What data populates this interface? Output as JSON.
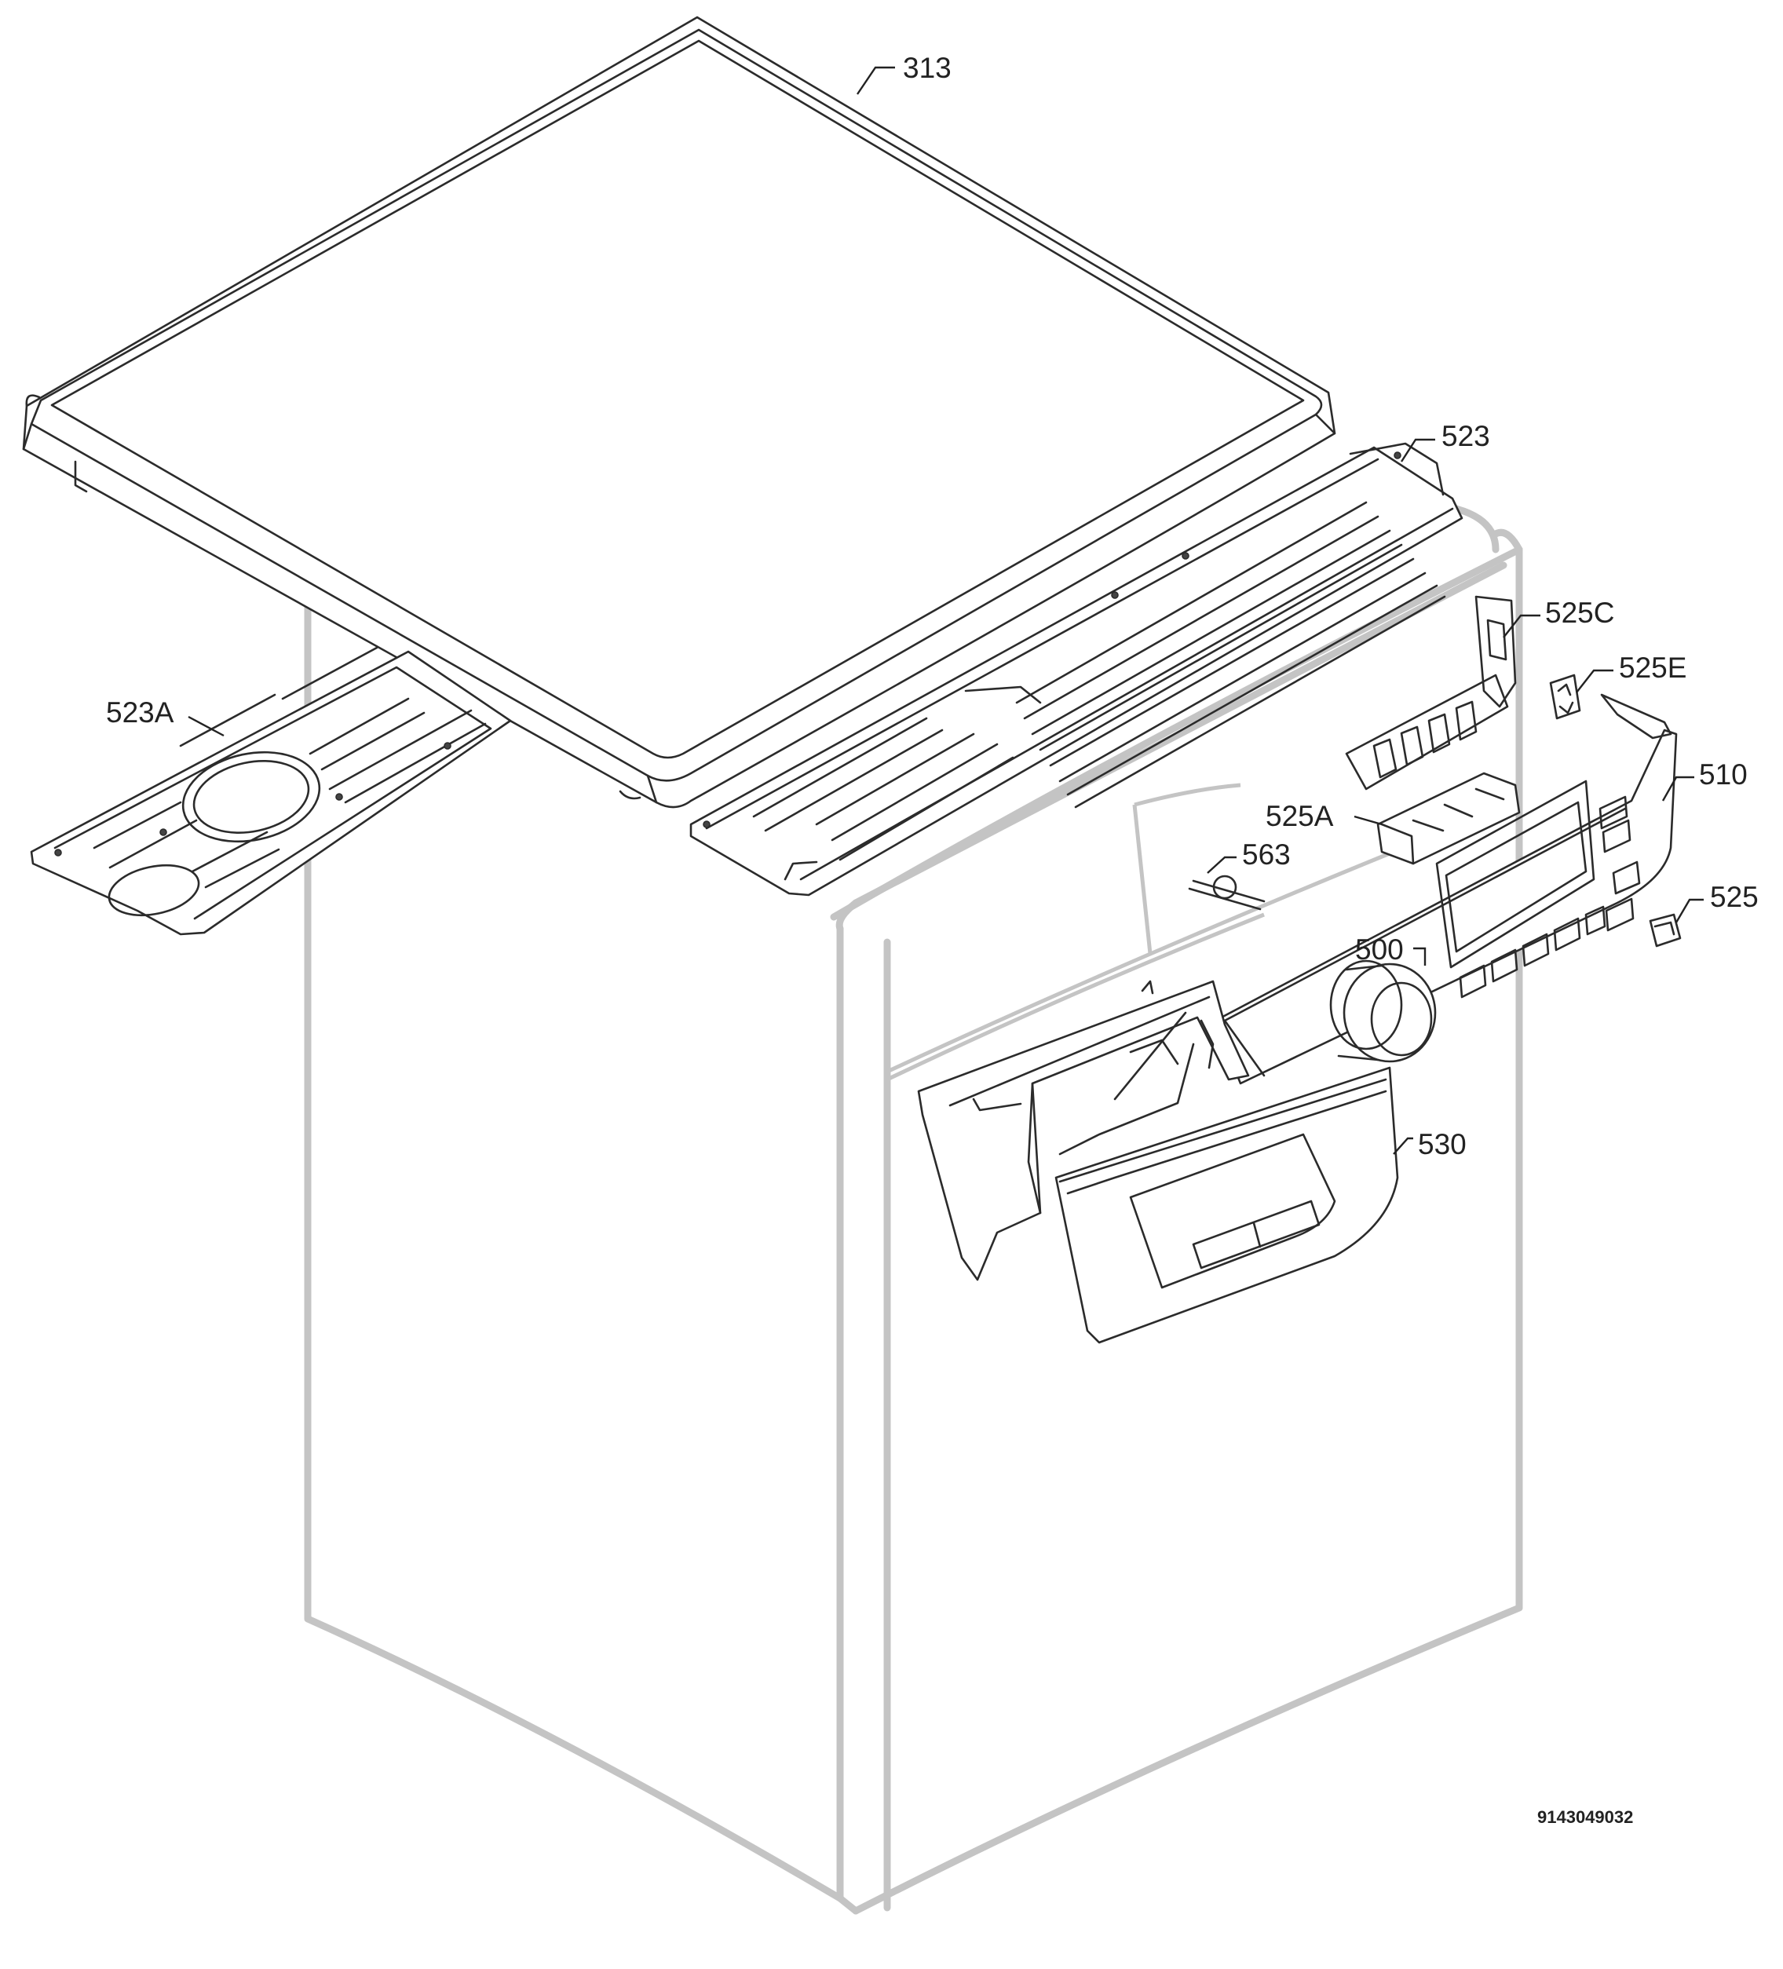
{
  "labels": {
    "p313": "313",
    "p523": "523",
    "p523a": "523A",
    "p525c": "525C",
    "p525e": "525E",
    "p510": "510",
    "p525a": "525A",
    "p563": "563",
    "p525": "525",
    "p500": "500",
    "p530": "530"
  },
  "document_number": "9143049032",
  "colors": {
    "line": "#2b2b2b",
    "cabinet_outline": "#c4c4c4",
    "background": "#ffffff"
  }
}
